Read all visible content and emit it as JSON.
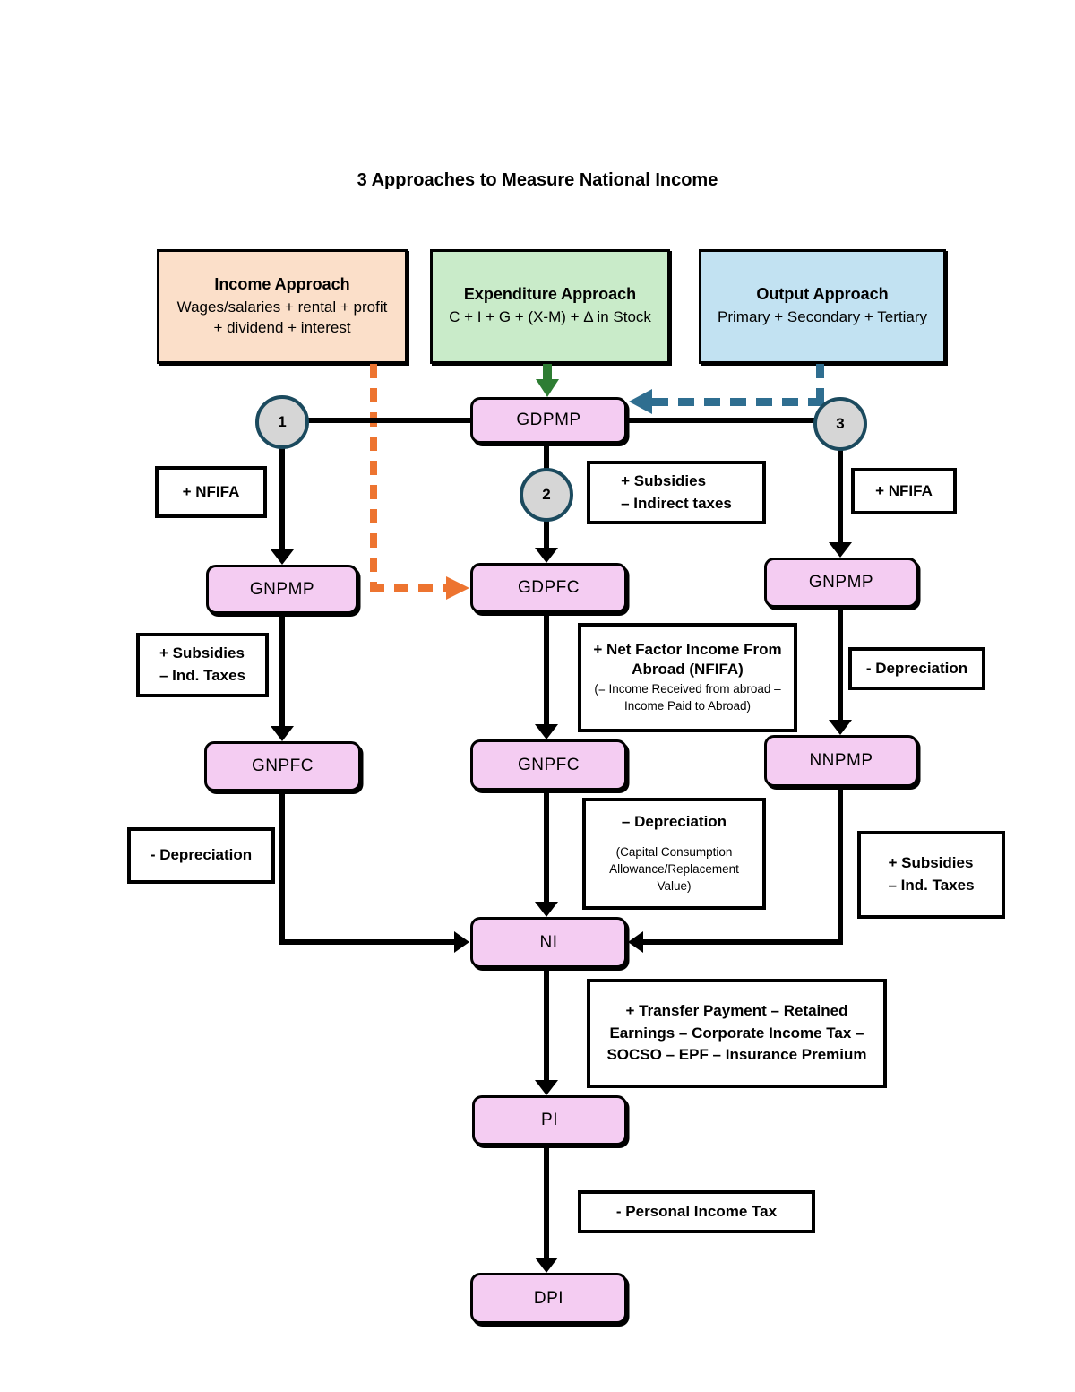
{
  "title": "3 Approaches to Measure National Income",
  "approaches": {
    "income": {
      "title": "Income Approach",
      "body": "Wages/salaries + rental + profit + dividend + interest"
    },
    "expenditure": {
      "title": "Expenditure Approach",
      "body": "C + I + G + (X-M) + Δ in Stock"
    },
    "output": {
      "title": "Output Approach",
      "body": "Primary + Secondary + Tertiary"
    }
  },
  "nodes": {
    "gdpmp": "GDPMP",
    "gnpmp_left": "GNPMP",
    "gdpfc": "GDPFC",
    "gnpmp_right": "GNPMP",
    "gnpfc_left": "GNPFC",
    "gnpfc_mid": "GNPFC",
    "nnpmp": "NNPMP",
    "ni": "NI",
    "pi": "PI",
    "dpi": "DPI"
  },
  "markers": {
    "m1": "1",
    "m2": "2",
    "m3": "3"
  },
  "labels": {
    "nfifa_left": "+ NFIFA",
    "nfifa_right": "+ NFIFA",
    "subsidies_indirect_taxes": "+ Subsidies\n– Indirect taxes",
    "subsidies_ind_taxes_left": "+ Subsidies\n– Ind. Taxes",
    "subsidies_ind_taxes_right": "+ Subsidies\n– Ind. Taxes",
    "depreciation_left": "- Depreciation",
    "depreciation_right": "- Depreciation",
    "nfifa_full_title": "+ Net Factor Income From Abroad (NFIFA)",
    "nfifa_full_note": "(= Income Received from abroad – Income Paid to Abroad)",
    "depreciation_mid_title": "– Depreciation",
    "depreciation_mid_note": "(Capital Consumption Allowance/Replacement Value)",
    "transfer_payment": "+ Transfer Payment – Retained Earnings – Corporate Income Tax – SOCSO – EPF – Insurance Premium",
    "personal_income_tax": "-  Personal Income Tax"
  },
  "colors": {
    "income_bg": "#FBDFC9",
    "expenditure_bg": "#C9EBC9",
    "output_bg": "#C2E2F2",
    "node_bg": "#F4CCF2",
    "circle_bg": "#D6D6D6",
    "circle_border": "#1B4A5E",
    "orange_dash": "#ED7430",
    "green_arrow": "#2E7D33",
    "blue_dash": "#2F6E90",
    "connector": "#000000"
  }
}
